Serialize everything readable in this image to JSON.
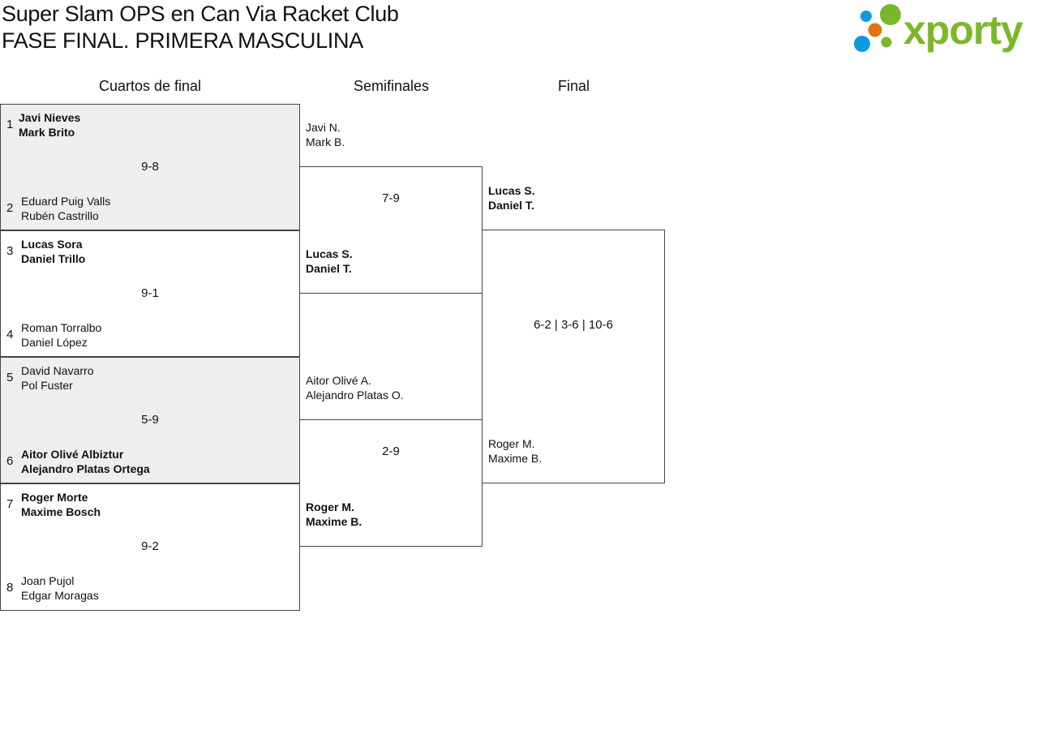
{
  "header": {
    "title": "Super Slam OPS en Can Via Racket Club",
    "subtitle": "FASE FINAL. PRIMERA MASCULINA",
    "logo_text": "xporty"
  },
  "colors": {
    "logo_green": "#7ab829",
    "logo_blue": "#0f9ae0",
    "logo_orange": "#e5720f"
  },
  "rounds": [
    "Cuartos de final",
    "Semifinales",
    "Final"
  ],
  "quarters": [
    {
      "seedA": "1",
      "teamA": [
        "Javi Nieves",
        "Mark Brito"
      ],
      "seedB": "2",
      "teamB": [
        "Eduard Puig Valls",
        "Rubén Castrillo"
      ],
      "score": "9-8",
      "winner": "A"
    },
    {
      "seedA": "3",
      "teamA": [
        "Lucas Sora",
        "Daniel Trillo"
      ],
      "seedB": "4",
      "teamB": [
        "Roman Torralbo",
        "Daniel López"
      ],
      "score": "9-1",
      "winner": "A"
    },
    {
      "seedA": "5",
      "teamA": [
        "David Navarro",
        "Pol Fuster"
      ],
      "seedB": "6",
      "teamB": [
        "Aitor Olivé Albiztur",
        "Alejandro Platas Ortega"
      ],
      "score": "5-9",
      "winner": "B"
    },
    {
      "seedA": "7",
      "teamA": [
        "Roger Morte",
        "Maxime Bosch"
      ],
      "seedB": "8",
      "teamB": [
        "Joan Pujol",
        "Edgar Moragas"
      ],
      "score": "9-2",
      "winner": "A"
    }
  ],
  "semis": [
    {
      "teamA": [
        "Javi N.",
        "Mark B."
      ],
      "teamB": [
        "Lucas S.",
        "Daniel T."
      ],
      "score": "7-9",
      "winner": "B"
    },
    {
      "teamA": [
        "Aitor Olivé A.",
        "Alejandro Platas O."
      ],
      "teamB": [
        "Roger M.",
        "Maxime B."
      ],
      "score": "2-9",
      "winner": "B"
    }
  ],
  "final": {
    "teamA": [
      "Lucas S.",
      "Daniel T."
    ],
    "teamB": [
      "Roger M.",
      "Maxime B."
    ],
    "score": "6-2 | 3-6 | 10-6",
    "winner": "A"
  }
}
